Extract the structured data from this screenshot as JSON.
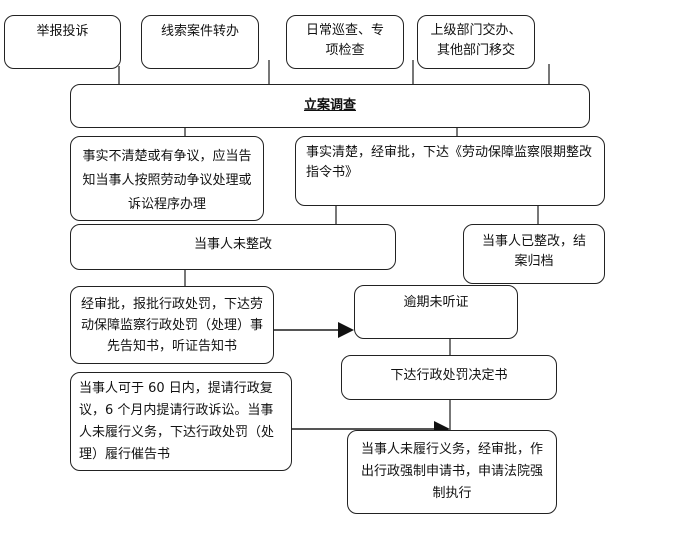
{
  "sources": [
    {
      "id": "report",
      "text": "举报投诉"
    },
    {
      "id": "transfer",
      "text": "线索案件转办"
    },
    {
      "id": "inspection",
      "text": "日常巡查、专项检查"
    },
    {
      "id": "superior",
      "text": "上级部门交办、其他部门移交"
    }
  ],
  "filing": {
    "text": "立案调查"
  },
  "unclear": {
    "text": "事实不清楚或有争议，应当告知当事人按照劳动争议处理或诉讼程序办理"
  },
  "clear": {
    "text": "事实清楚，经审批，下达《劳动保障监察限期整改指令书》"
  },
  "not_rectified": {
    "text": "当事人未整改"
  },
  "rectified": {
    "text": "当事人已整改，结案归档"
  },
  "penalty_notice": {
    "text": "经审批，报批行政处罚，下达劳动保障监察行政处罚（处理）事先告知书，听证告知书"
  },
  "no_hearing": {
    "text": "逾期未听证"
  },
  "decision": {
    "text": "下达行政处罚决定书"
  },
  "appeal": {
    "text": "当事人可于 60 日内，提请行政复议，6 个月内提请行政诉讼。当事人未履行义务，下达行政处罚（处理）履行催告书"
  },
  "enforce": {
    "text": "当事人未履行义务，经审批，作出行政强制申请书，申请法院强制执行"
  }
}
